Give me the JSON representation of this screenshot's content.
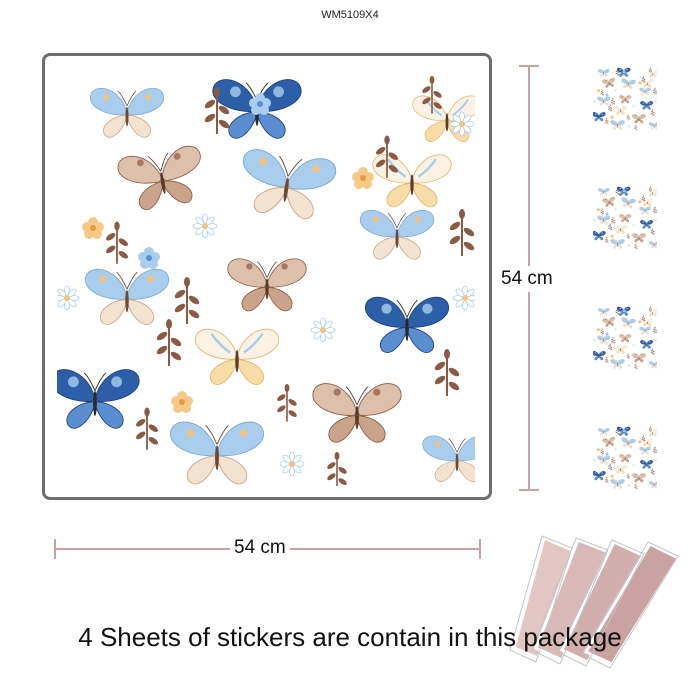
{
  "product_code": "WM5109X4",
  "height_label": "54 cm",
  "width_label": "54 cm",
  "caption": "4 Sheets of stickers are contain in this package",
  "thumbnail_count": 4,
  "colors": {
    "frame": "#6d6d6d",
    "dimension_line": "#c7a2a2",
    "blue_dark": "#2d5fa8",
    "blue_light": "#a9cdec",
    "tan": "#c9a48a",
    "peach": "#f2c37e",
    "branch": "#8b5a45",
    "sheet_stack": "#d6b3b1"
  },
  "icons": [
    "butterfly-icon",
    "leaf-branch-icon",
    "flower-icon",
    "daisy-icon"
  ]
}
